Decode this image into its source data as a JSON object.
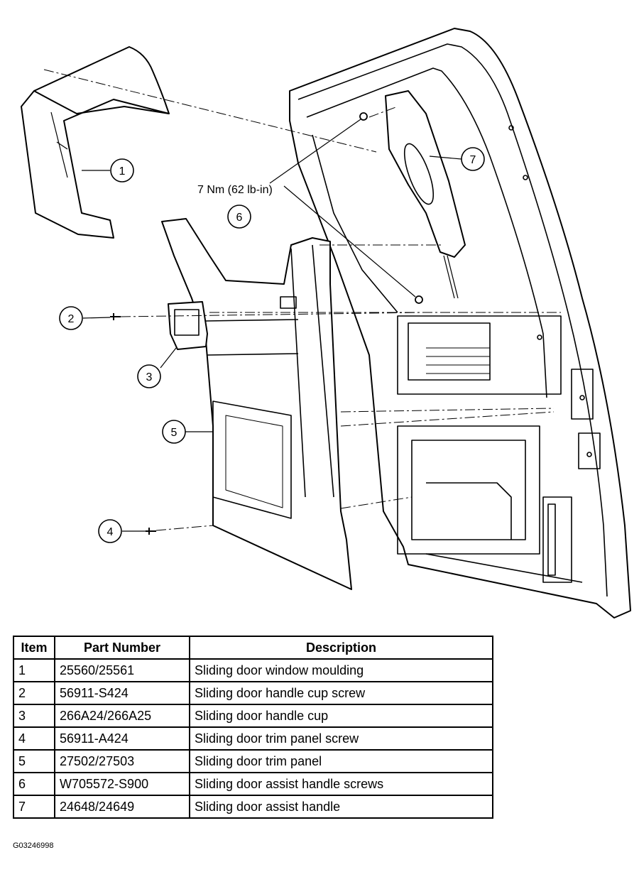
{
  "diagram": {
    "callouts": [
      "1",
      "2",
      "3",
      "4",
      "5",
      "6",
      "7"
    ],
    "torque_spec": "7 Nm (62 lb-in)"
  },
  "table": {
    "headers": [
      "Item",
      "Part Number",
      "Description"
    ],
    "rows": [
      {
        "item": "1",
        "part_number": "25560/25561",
        "description": "Sliding door window moulding"
      },
      {
        "item": "2",
        "part_number": "56911-S424",
        "description": "Sliding door handle cup screw"
      },
      {
        "item": "3",
        "part_number": "266A24/266A25",
        "description": "Sliding door handle cup"
      },
      {
        "item": "4",
        "part_number": "56911-A424",
        "description": "Sliding door trim panel screw"
      },
      {
        "item": "5",
        "part_number": "27502/27503",
        "description": "Sliding door trim panel"
      },
      {
        "item": "6",
        "part_number": "W705572-S900",
        "description": "Sliding door assist handle screws"
      },
      {
        "item": "7",
        "part_number": "24648/24649",
        "description": "Sliding door assist handle"
      }
    ]
  },
  "figure_id": "G03246998"
}
